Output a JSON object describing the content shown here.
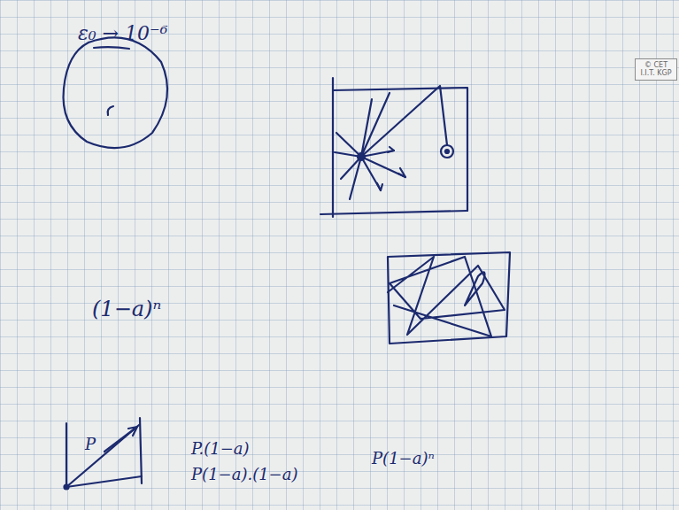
{
  "diagram": {
    "nodes": [
      {
        "text": [
          "© CET I.I.T. KGP"
        ]
      }
    ],
    "labels": [
      "ε₀ → 10⁻⁶",
      "(1−a)ⁿ",
      "P",
      "P.(1−a)",
      "P(1−a).(1−a)",
      "P(1−a)ⁿ"
    ]
  }
}
